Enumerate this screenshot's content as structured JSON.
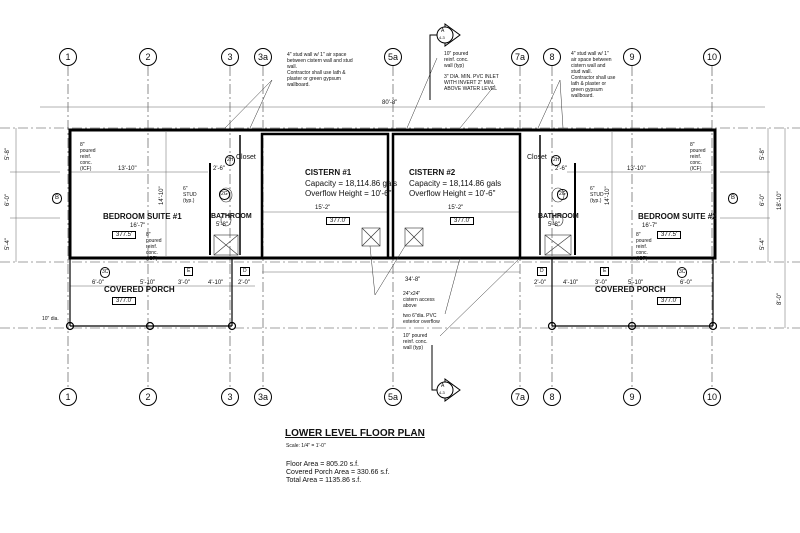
{
  "grid_lines": [
    "1",
    "2",
    "3",
    "3a",
    "5a",
    "7a",
    "8",
    "9",
    "10"
  ],
  "section_marker": {
    "letter": "A",
    "sheet": "4-3"
  },
  "notes": {
    "stud_wall_left": "4\" stud wall w/ 1\" air space\nbetween cistern wall and stud\nwall.\nContractor shall use lath &\nplaster or green gypsum\nwallboard.",
    "poured_wall_top": "10\" poured\nreinf. conc.\nwall (typ)",
    "pvc_inlet": "3\" DIA. MIN. PVC INLET\nWITH INVERT 2\" MIN.\nABOVE WATER LEVEL",
    "stud_wall_right": "4\" stud wall w/ 1\"\nair space between\ncistern wall and\nstud wall.\nContractor shall use\nlath & plaster or\ngreen gypsum\nwallboard.",
    "access": "24\"x24\"\ncistern access\nabove",
    "overflow": "two 6\"dia. PVC\nexterior overflow",
    "poured_wall_bottom": "10\" poured\nreinf. conc.\nwall (typ)",
    "slab": "8\"\npoured\nreinf.\nconc.\n(ICF)",
    "stud": "6\"\nSTUD\n(typ.)",
    "column": "10\" dia."
  },
  "dimensions": {
    "overall": "80'-8\"",
    "cistern_pair": "34'-8\"",
    "bedroom_w": "13'-10\"",
    "bedroom_d": "14'-10\"",
    "cistern_w": "15'-2\"",
    "cistern_d": "15'-2\"",
    "left": [
      "5'-8\"",
      "6'-0\"",
      "5'-4\""
    ],
    "right": [
      "5'-8\"",
      "6'-0\"",
      "5'-4\"",
      "18'-10\"",
      "8'-0\""
    ],
    "porch": [
      "6'-0\"",
      "5'-10\"",
      "3'-0\"",
      "4'-10\"",
      "2'-0\""
    ],
    "bath": "5'-8\"",
    "closet": "2'-6\""
  },
  "rooms": {
    "bed1": {
      "name": "BEDROOM SUITE #1",
      "size": "16'-7\"",
      "elev": "377.5'"
    },
    "bed2": {
      "name": "BEDROOM SUITE #2",
      "size": "16'-7\"",
      "elev": "377.5'"
    },
    "bath": "BATHROOM",
    "closet": "Closet",
    "porch": "COVERED PORCH",
    "porch_elev": "377.0'",
    "cistern1": {
      "name": "CISTERN #1",
      "capacity": "Capacity = 18,114.86 gals",
      "overflow": "Overflow Height = 10'-6\"",
      "elev": "377.0'"
    },
    "cistern2": {
      "name": "CISTERN #2",
      "capacity": "Capacity = 18,114.86 gals",
      "overflow": "Overflow Height = 10'-6\"",
      "elev": "377.0'"
    }
  },
  "title_block": {
    "title": "LOWER LEVEL FLOOR PLAN",
    "scale": "Scale: 1/4\" = 1'-0\"",
    "floor_area": "Floor Area = 805.20 s.f.",
    "porch_area": "Covered Porch Area = 330.66 s.f.",
    "total_area": "Total Area = 1135.86 s.f."
  },
  "tags": {
    "wall_b": "B",
    "door_e": "E",
    "door_d": "D",
    "door_2g": "2G",
    "closet_2h": "2H",
    "porch_3c": "3C"
  }
}
